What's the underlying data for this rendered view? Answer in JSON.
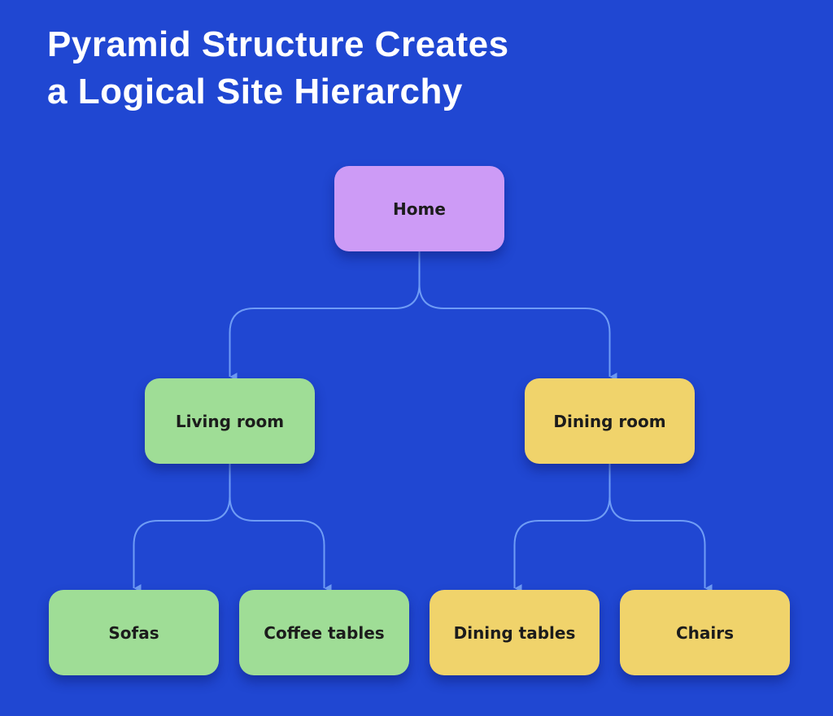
{
  "title": {
    "line1": "Pyramid Structure Creates",
    "line2": "a Logical Site Hierarchy"
  },
  "colors": {
    "background": "#2047d2",
    "connector": "#6f9cf5",
    "home": "#cd9bf6",
    "living": "#9fdd96",
    "dining": "#f0d36b"
  },
  "nodes": {
    "home": "Home",
    "living_room": "Living room",
    "dining_room": "Dining room",
    "sofas": "Sofas",
    "coffee_tables": "Coffee tables",
    "dining_tables": "Dining tables",
    "chairs": "Chairs"
  },
  "edges": [
    [
      "home",
      "living_room"
    ],
    [
      "home",
      "dining_room"
    ],
    [
      "living_room",
      "sofas"
    ],
    [
      "living_room",
      "coffee_tables"
    ],
    [
      "dining_room",
      "dining_tables"
    ],
    [
      "dining_room",
      "chairs"
    ]
  ]
}
